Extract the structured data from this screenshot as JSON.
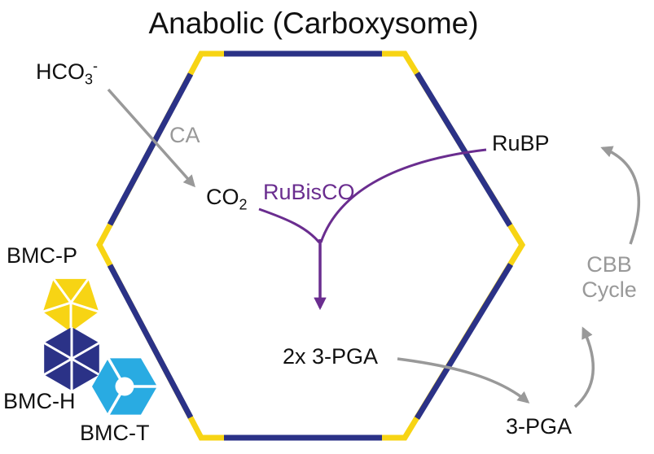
{
  "title": "Anabolic (Carboxysome)",
  "molecules": {
    "hco3_base": "HCO",
    "hco3_sub": "3",
    "hco3_sup": "-",
    "ca_enzyme": "CA",
    "co2_base": "CO",
    "co2_sub": "2",
    "rubisco": "RuBisCO",
    "rubp": "RuBP",
    "cbb_line1": "CBB",
    "cbb_line2": "Cycle",
    "pga_2x": "2x 3-PGA",
    "pga": "3-PGA"
  },
  "legend": {
    "bmc_p": "BMC-P",
    "bmc_h": "BMC-H",
    "bmc_t": "BMC-T"
  },
  "colors": {
    "shell_blue": "#2b3287",
    "corner_yellow": "#f7d414",
    "bmc_p_yellow": "#f7d414",
    "bmc_h_blue": "#2b3287",
    "bmc_t_cyan": "#29abe2",
    "rubisco_purple": "#6a2d8f",
    "arrow_gray": "#999999",
    "text_black": "#111111"
  }
}
